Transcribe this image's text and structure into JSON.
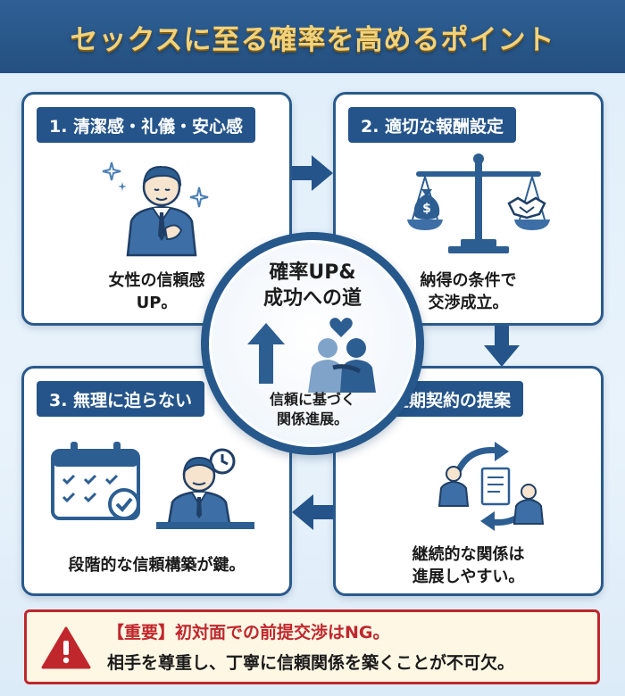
{
  "header": {
    "title": "セックスに至る確率を高めるポイント"
  },
  "cards": [
    {
      "title": "1. 清潔感・礼儀・安心感",
      "text": [
        "女性の信頼感",
        "UP。"
      ]
    },
    {
      "title": "2. 適切な報酬設定",
      "text": [
        "納得の条件で",
        "交渉成立。"
      ]
    },
    {
      "title": "3. 無理に迫らない",
      "text": [
        "段階的な信頼構築が鍵。"
      ]
    },
    {
      "title": "4. 定期契約の提案",
      "text": [
        "継続的な関係は",
        "進展しやすい。"
      ]
    }
  ],
  "center": {
    "title": [
      "確率UP&",
      "成功への道"
    ],
    "subtitle": [
      "信頼に基づく",
      "関係進展。"
    ]
  },
  "warning": {
    "line1": "【重要】初対面での前提交渉はNG。",
    "line2": "相手を尊重し、丁寧に信頼関係を築くことが不可欠。"
  },
  "colors": {
    "header_bg": "#2a5a8c",
    "title_gold": "#f2d27a",
    "card_border": "#2a5a8c",
    "accent_blue": "#24548a",
    "warning_red": "#c0272d",
    "warning_bg": "#fdf7e4"
  },
  "icons": [
    "sparkle-icon",
    "businessman-icon",
    "scale-icon",
    "money-bag-icon",
    "handshake-icon",
    "arrow-up-icon",
    "heart-icon",
    "couple-icon",
    "calendar-icon",
    "clock-icon",
    "contract-cycle-icon",
    "warning-icon"
  ]
}
